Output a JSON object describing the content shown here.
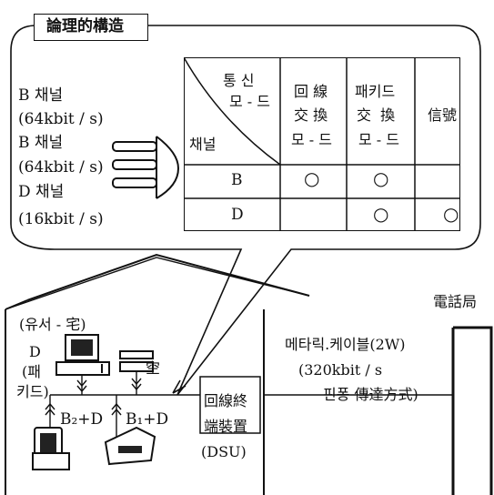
{
  "bubble": {
    "title": "論理的構造",
    "channels": [
      {
        "name": "B 채널",
        "rate": "(64kbit / s)"
      },
      {
        "name": "B 채널",
        "rate": "(64kbit / s)"
      },
      {
        "name": "D 채널",
        "rate": "(16kbit / s)"
      }
    ]
  },
  "table": {
    "corner_top": [
      "통 신",
      "모 - 드"
    ],
    "corner_bottom": "채널",
    "columns": [
      {
        "lines": [
          "回 線",
          "交 換",
          "모 - 드"
        ]
      },
      {
        "lines": [
          "패키드",
          "交  換",
          "모 - 드"
        ]
      },
      {
        "lines": [
          "信號"
        ]
      }
    ],
    "rows": [
      {
        "label": "B",
        "marks": [
          true,
          true,
          false
        ]
      },
      {
        "label": "D",
        "marks": [
          false,
          true,
          true
        ]
      }
    ],
    "mark_symbol": "○"
  },
  "house": {
    "user_label": "(유서 - 宅)",
    "d_packet": [
      "D",
      "(패",
      "키드)"
    ],
    "empty_label": "空",
    "b2d": "B₂+D",
    "b1d": "B₁+D",
    "dsu": [
      "回線終",
      "端裝置",
      "(DSU)"
    ]
  },
  "line": {
    "cable": "메타릭.케이블(2W)",
    "rate": "(320kbit / s",
    "method": "핀퐁 傳達方式)"
  },
  "station": {
    "label": "電話局"
  }
}
